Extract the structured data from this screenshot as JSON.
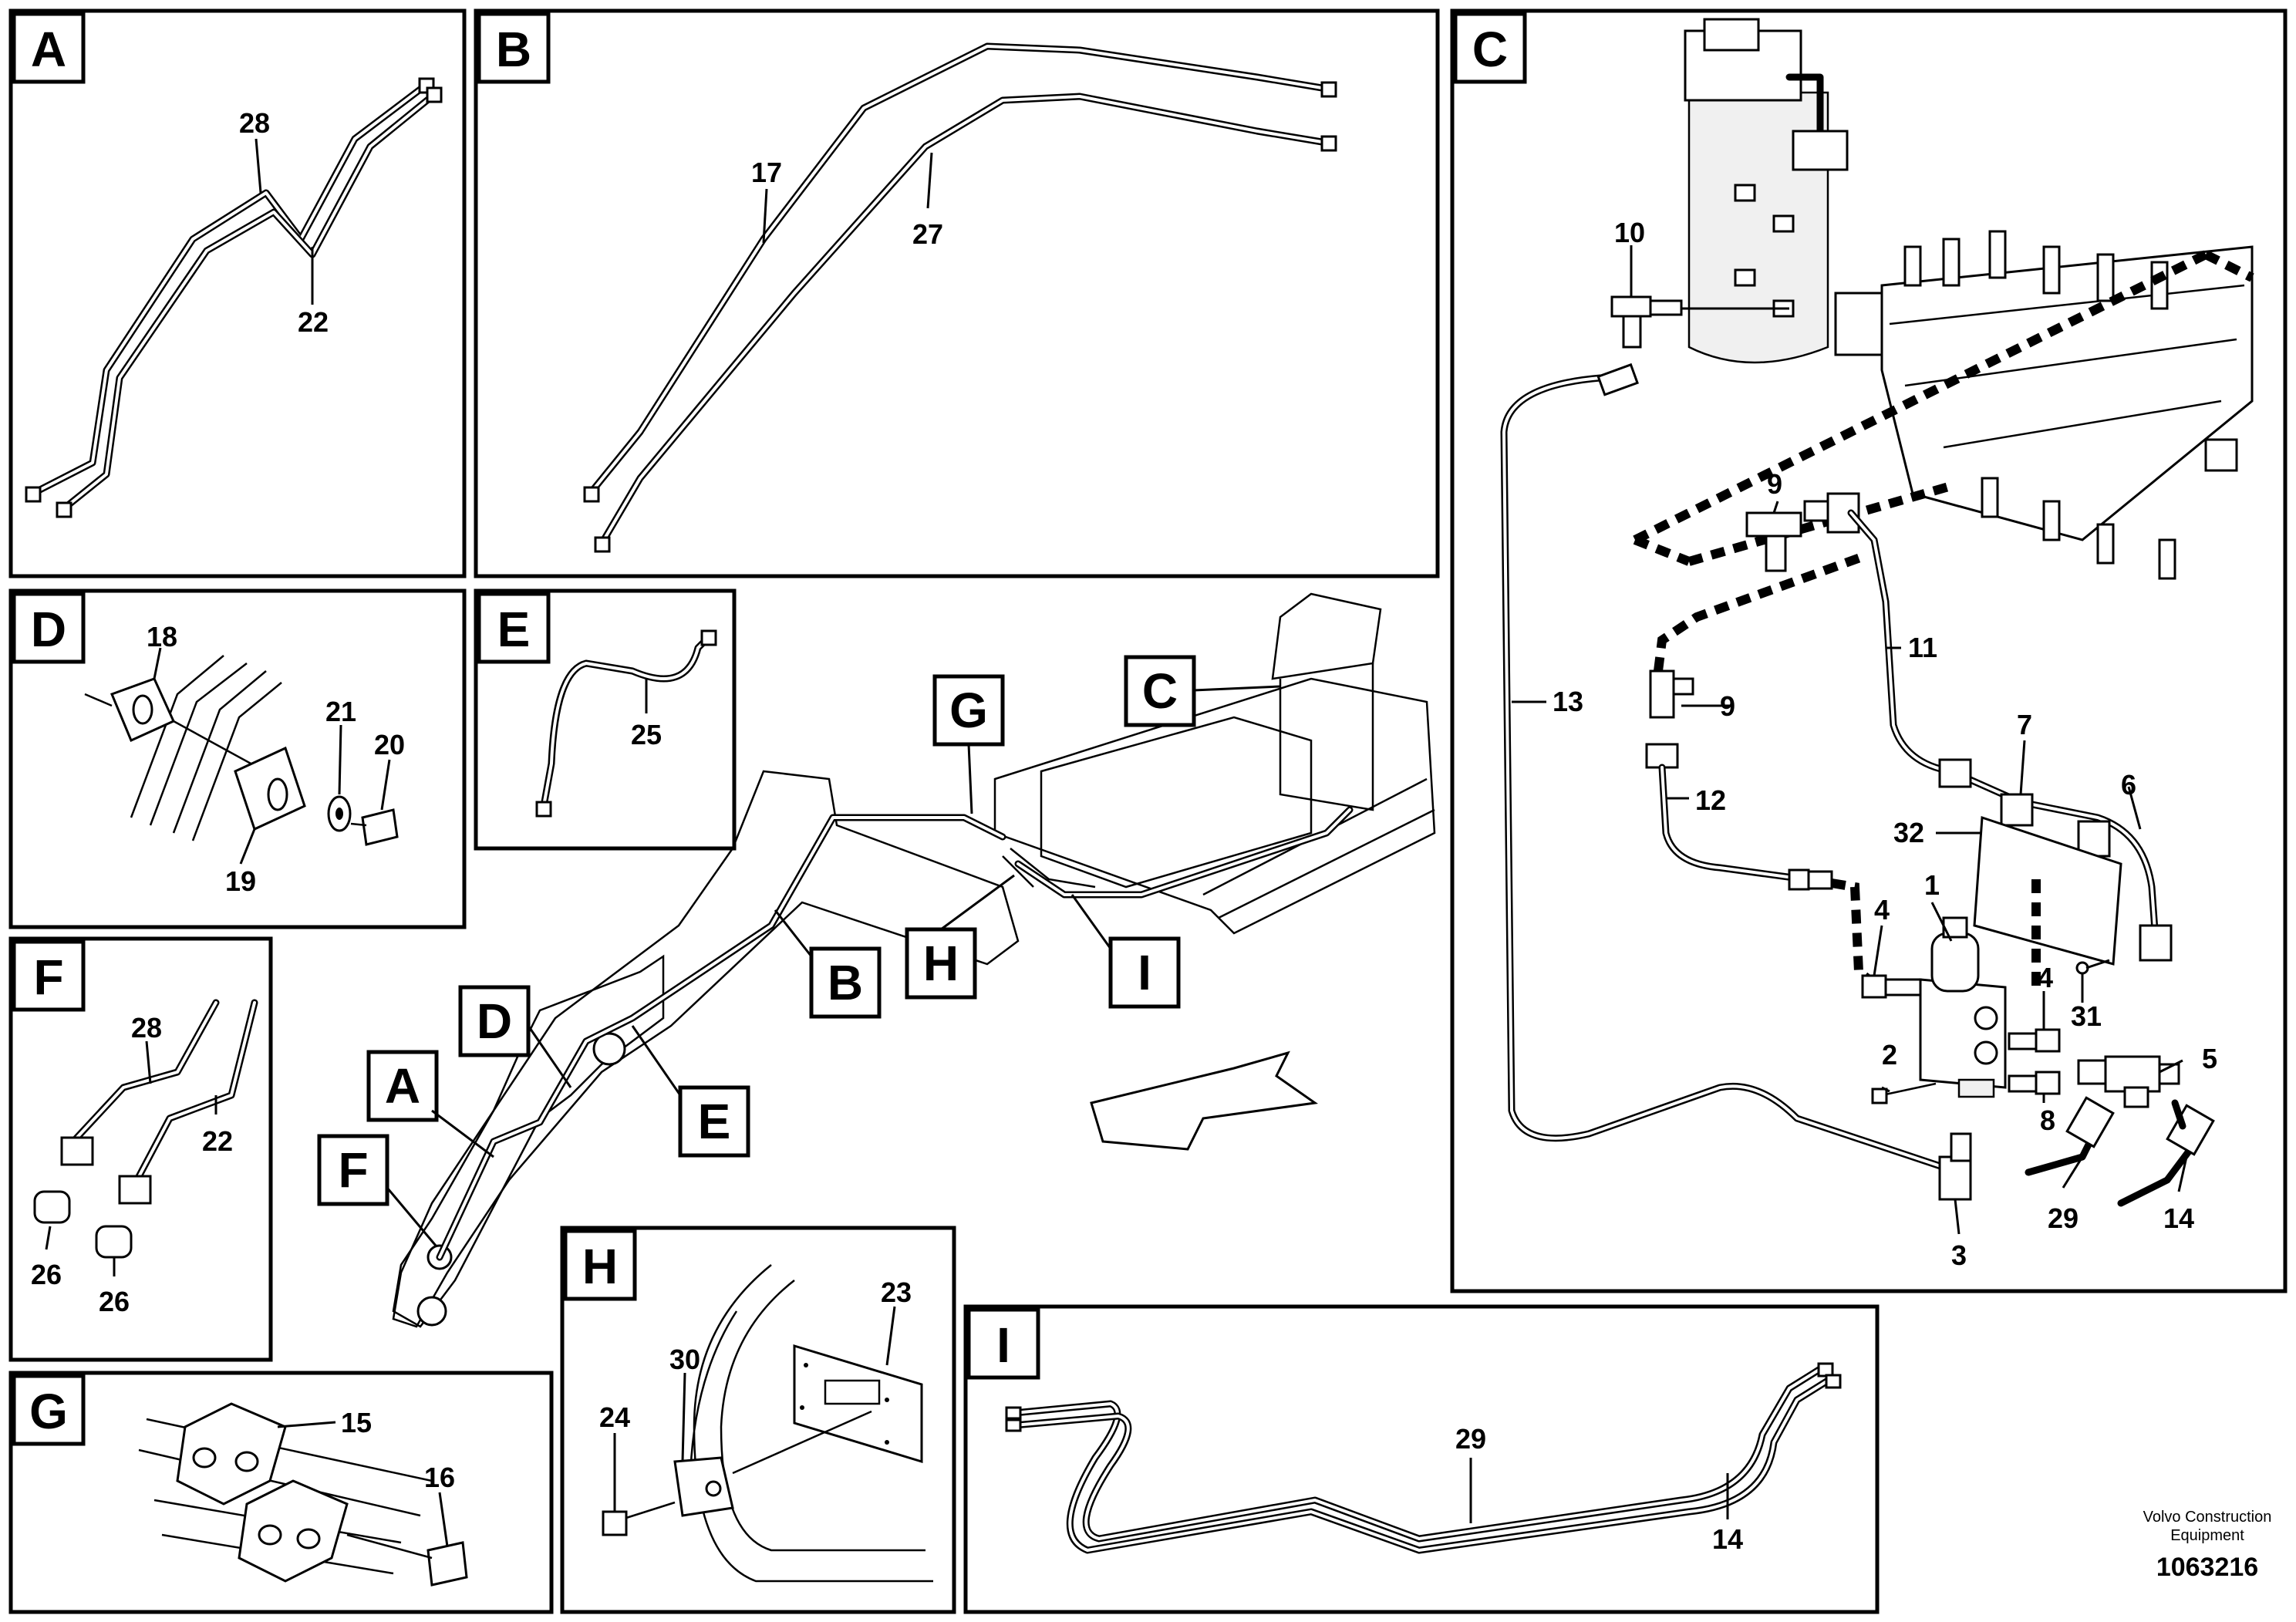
{
  "panels": {
    "A": {
      "tag": "A",
      "callouts": [
        "28",
        "22"
      ]
    },
    "B": {
      "tag": "B",
      "callouts": [
        "17",
        "27"
      ]
    },
    "C": {
      "tag": "C",
      "callouts": [
        "10",
        "9",
        "9",
        "11",
        "13",
        "7",
        "6",
        "12",
        "32",
        "1",
        "4",
        "4",
        "31",
        "2",
        "5",
        "8",
        "3",
        "29",
        "14"
      ]
    },
    "D": {
      "tag": "D",
      "callouts": [
        "18",
        "21",
        "20",
        "19"
      ]
    },
    "E": {
      "tag": "E",
      "callouts": [
        "25"
      ]
    },
    "F": {
      "tag": "F",
      "callouts": [
        "28",
        "22",
        "26",
        "26"
      ]
    },
    "G": {
      "tag": "G",
      "callouts": [
        "15",
        "16"
      ]
    },
    "H": {
      "tag": "H",
      "callouts": [
        "23",
        "30",
        "24"
      ]
    },
    "I": {
      "tag": "I",
      "callouts": [
        "29",
        "14"
      ]
    }
  },
  "overview_tags": [
    "G",
    "C",
    "B",
    "H",
    "I",
    "D",
    "A",
    "E",
    "F"
  ],
  "credit": {
    "line1": "Volvo Construction",
    "line2": "Equipment"
  },
  "drawing_number": "1063216"
}
